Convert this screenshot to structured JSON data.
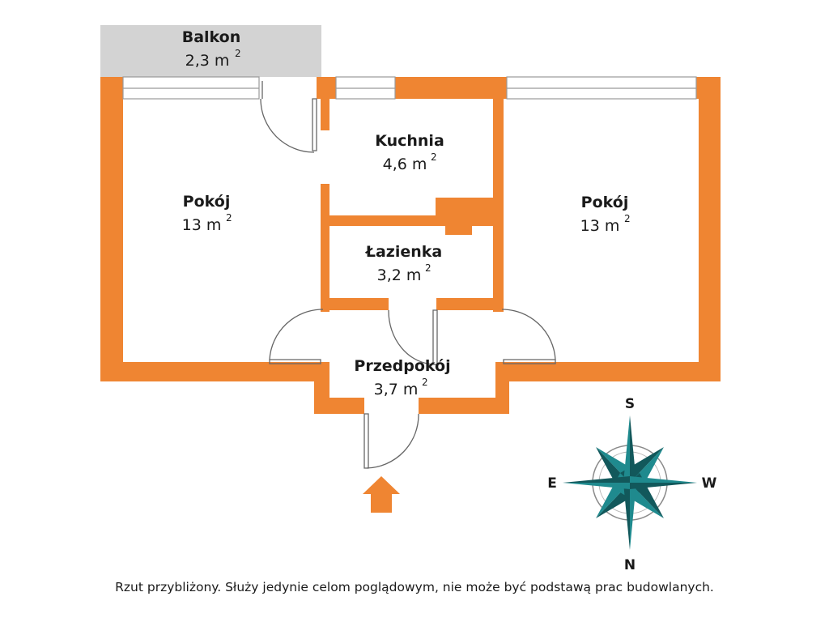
{
  "colors": {
    "wall": "#ef8532",
    "balcony": "#d3d3d3",
    "compass_primary": "#1f8a8e",
    "compass_dark": "#12585b",
    "text": "#1a1a1a"
  },
  "rooms": {
    "balcony": {
      "name": "Balkon",
      "area": "2,3 m",
      "unit_sup": "2"
    },
    "living_left": {
      "name": "Pokój",
      "area": "13 m",
      "unit_sup": "2"
    },
    "kitchen": {
      "name": "Kuchnia",
      "area": "4,6 m",
      "unit_sup": "2"
    },
    "bathroom": {
      "name": "Łazienka",
      "area": "3,2 m",
      "unit_sup": "2"
    },
    "hallway": {
      "name": "Przedpokój",
      "area": "3,7 m",
      "unit_sup": "2"
    },
    "living_right": {
      "name": "Pokój",
      "area": "13 m",
      "unit_sup": "2"
    }
  },
  "compass": {
    "north": "N",
    "south": "S",
    "east": "E",
    "west": "W",
    "icon": "compass-rose-icon"
  },
  "entrance": {
    "icon": "entrance-arrow-icon"
  },
  "disclaimer": "Rzut przybliżony. Służy jedynie celom poglądowym, nie może być podstawą prac budowlanych."
}
